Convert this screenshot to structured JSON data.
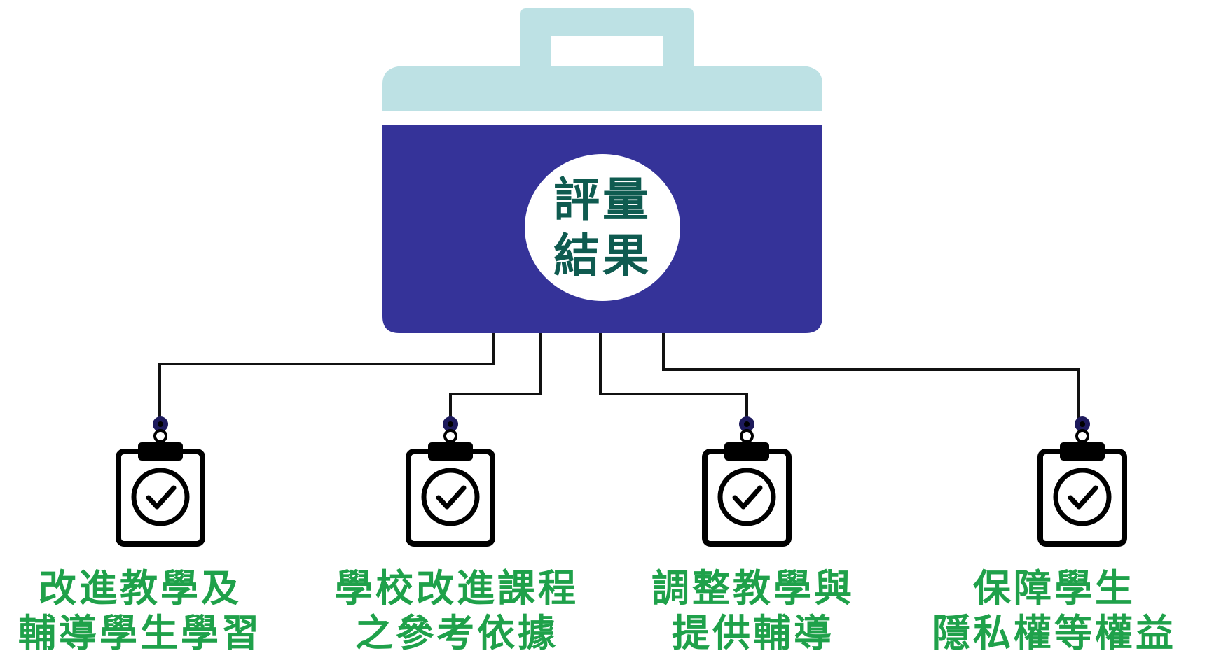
{
  "center": {
    "line1": "評量",
    "line2": "結果"
  },
  "outcomes": [
    {
      "line1": "改進教學及",
      "line2": "輔導學生學習",
      "icon": "clipboard-check-icon"
    },
    {
      "line1": "學校改進課程",
      "line2": "之參考依據",
      "icon": "clipboard-check-icon"
    },
    {
      "line1": "調整教學與",
      "line2": "提供輔導",
      "icon": "clipboard-check-icon"
    },
    {
      "line1": "保障學生",
      "line2": "隱私權等權益",
      "icon": "clipboard-check-icon"
    }
  ],
  "colors": {
    "briefcase_top": "#bde1e4",
    "briefcase_body": "#353399",
    "center_text": "#0f5b50",
    "label_text": "#1fa14a",
    "connector_dot": "#1d1a5c"
  }
}
